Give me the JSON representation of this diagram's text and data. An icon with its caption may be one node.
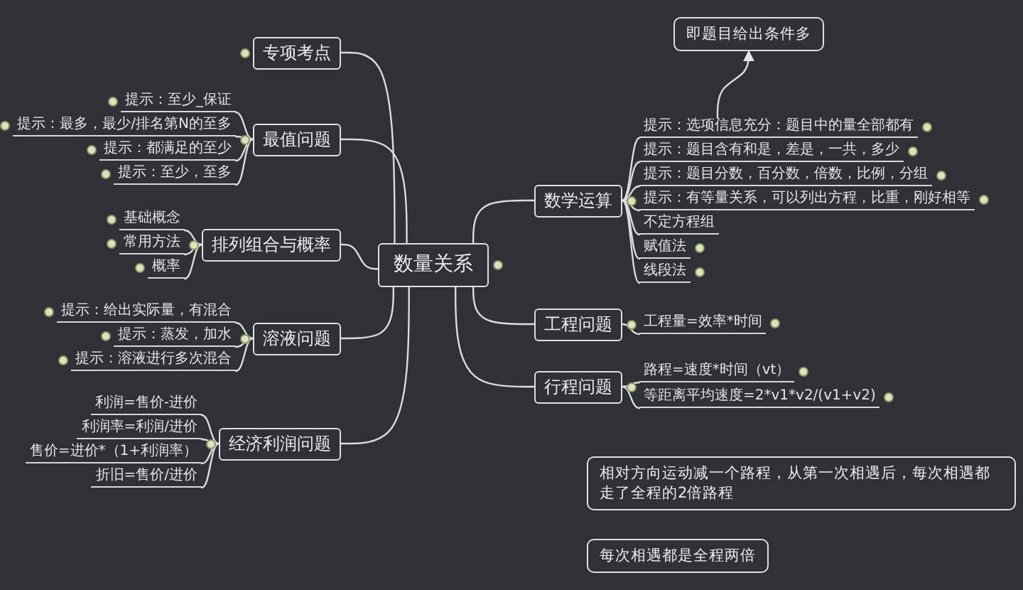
{
  "diagram": {
    "nodes": [
      {
        "text": [
          "数量关系"
        ]
      },
      {
        "text": [
          "专项考点"
        ]
      },
      {
        "text": [
          "最值问题"
        ]
      },
      {
        "text": [
          "提示：至少_保证"
        ]
      },
      {
        "text": [
          "提示：最多，最少/排名第N的至多"
        ]
      },
      {
        "text": [
          "提示：都满足的至少"
        ]
      },
      {
        "text": [
          "提示：至少，至多"
        ]
      },
      {
        "text": [
          "排列组合与概率"
        ]
      },
      {
        "text": [
          "基础概念"
        ]
      },
      {
        "text": [
          "常用方法"
        ]
      },
      {
        "text": [
          "概率"
        ]
      },
      {
        "text": [
          "溶液问题"
        ]
      },
      {
        "text": [
          "提示：给出实际量，有混合"
        ]
      },
      {
        "text": [
          "提示：蒸发，加水"
        ]
      },
      {
        "text": [
          "提示：溶液进行多次混合"
        ]
      },
      {
        "text": [
          "经济利润问题"
        ]
      },
      {
        "text": [
          "利润=售价-进价"
        ]
      },
      {
        "text": [
          "利润率=利润/进价"
        ]
      },
      {
        "text": [
          "售价=进价*（1+利润率）"
        ]
      },
      {
        "text": [
          "折旧=售价/进价"
        ]
      },
      {
        "text": [
          "即题目给出条件多"
        ]
      },
      {
        "text": [
          "数学运算"
        ]
      },
      {
        "text": [
          "提示：选项信息充分：题目中的量全部都有"
        ]
      },
      {
        "text": [
          "提示：题目含有和是，差是，一共，多少"
        ]
      },
      {
        "text": [
          "提示：题目分数，百分数，倍数，比例，分组"
        ]
      },
      {
        "text": [
          "提示：有等量关系，可以列出方程，比重，刚好相等"
        ]
      },
      {
        "text": [
          "不定方程组"
        ]
      },
      {
        "text": [
          "赋值法"
        ]
      },
      {
        "text": [
          "线段法"
        ]
      },
      {
        "text": [
          "工程问题"
        ]
      },
      {
        "text": [
          "工程量=效率*时间"
        ]
      },
      {
        "text": [
          "行程问题"
        ]
      },
      {
        "text": [
          "路程=速度*时间（vt）"
        ]
      },
      {
        "text": [
          "等距离平均速度=2*v1*v2/(v1+v2)"
        ]
      },
      {
        "text": [
          "相对方向运动减一个路程，从第一次相遇后，每次相遇都走了全程的2倍路程"
        ]
      },
      {
        "text": [
          "每次相遇都是全程两倍"
        ]
      }
    ],
    "edges": [
      {
        "from": 0,
        "to": 1,
        "arrow": "none"
      },
      {
        "from": 0,
        "to": 2,
        "arrow": "none"
      },
      {
        "from": 2,
        "to": 3,
        "arrow": "none"
      },
      {
        "from": 2,
        "to": 4,
        "arrow": "none"
      },
      {
        "from": 2,
        "to": 5,
        "arrow": "none"
      },
      {
        "from": 2,
        "to": 6,
        "arrow": "none"
      },
      {
        "from": 0,
        "to": 7,
        "arrow": "none"
      },
      {
        "from": 7,
        "to": 8,
        "arrow": "none"
      },
      {
        "from": 7,
        "to": 9,
        "arrow": "none"
      },
      {
        "from": 7,
        "to": 10,
        "arrow": "none"
      },
      {
        "from": 0,
        "to": 11,
        "arrow": "none"
      },
      {
        "from": 11,
        "to": 12,
        "arrow": "none"
      },
      {
        "from": 11,
        "to": 13,
        "arrow": "none"
      },
      {
        "from": 11,
        "to": 14,
        "arrow": "none"
      },
      {
        "from": 0,
        "to": 15,
        "arrow": "none"
      },
      {
        "from": 15,
        "to": 16,
        "arrow": "none"
      },
      {
        "from": 15,
        "to": 17,
        "arrow": "none"
      },
      {
        "from": 15,
        "to": 18,
        "arrow": "none"
      },
      {
        "from": 15,
        "to": 19,
        "arrow": "none"
      },
      {
        "from": 0,
        "to": 21,
        "arrow": "none"
      },
      {
        "from": 21,
        "to": 22,
        "arrow": "none"
      },
      {
        "from": 21,
        "to": 23,
        "arrow": "none"
      },
      {
        "from": 21,
        "to": 24,
        "arrow": "none"
      },
      {
        "from": 21,
        "to": 25,
        "arrow": "none"
      },
      {
        "from": 21,
        "to": 26,
        "arrow": "none"
      },
      {
        "from": 21,
        "to": 27,
        "arrow": "none"
      },
      {
        "from": 21,
        "to": 28,
        "arrow": "none"
      },
      {
        "from": 22,
        "to": 20,
        "arrow": "to"
      },
      {
        "from": 0,
        "to": 29,
        "arrow": "none"
      },
      {
        "from": 29,
        "to": 30,
        "arrow": "none"
      },
      {
        "from": 0,
        "to": 31,
        "arrow": "none"
      },
      {
        "from": 31,
        "to": 32,
        "arrow": "none"
      },
      {
        "from": 31,
        "to": 33,
        "arrow": "none"
      }
    ]
  }
}
